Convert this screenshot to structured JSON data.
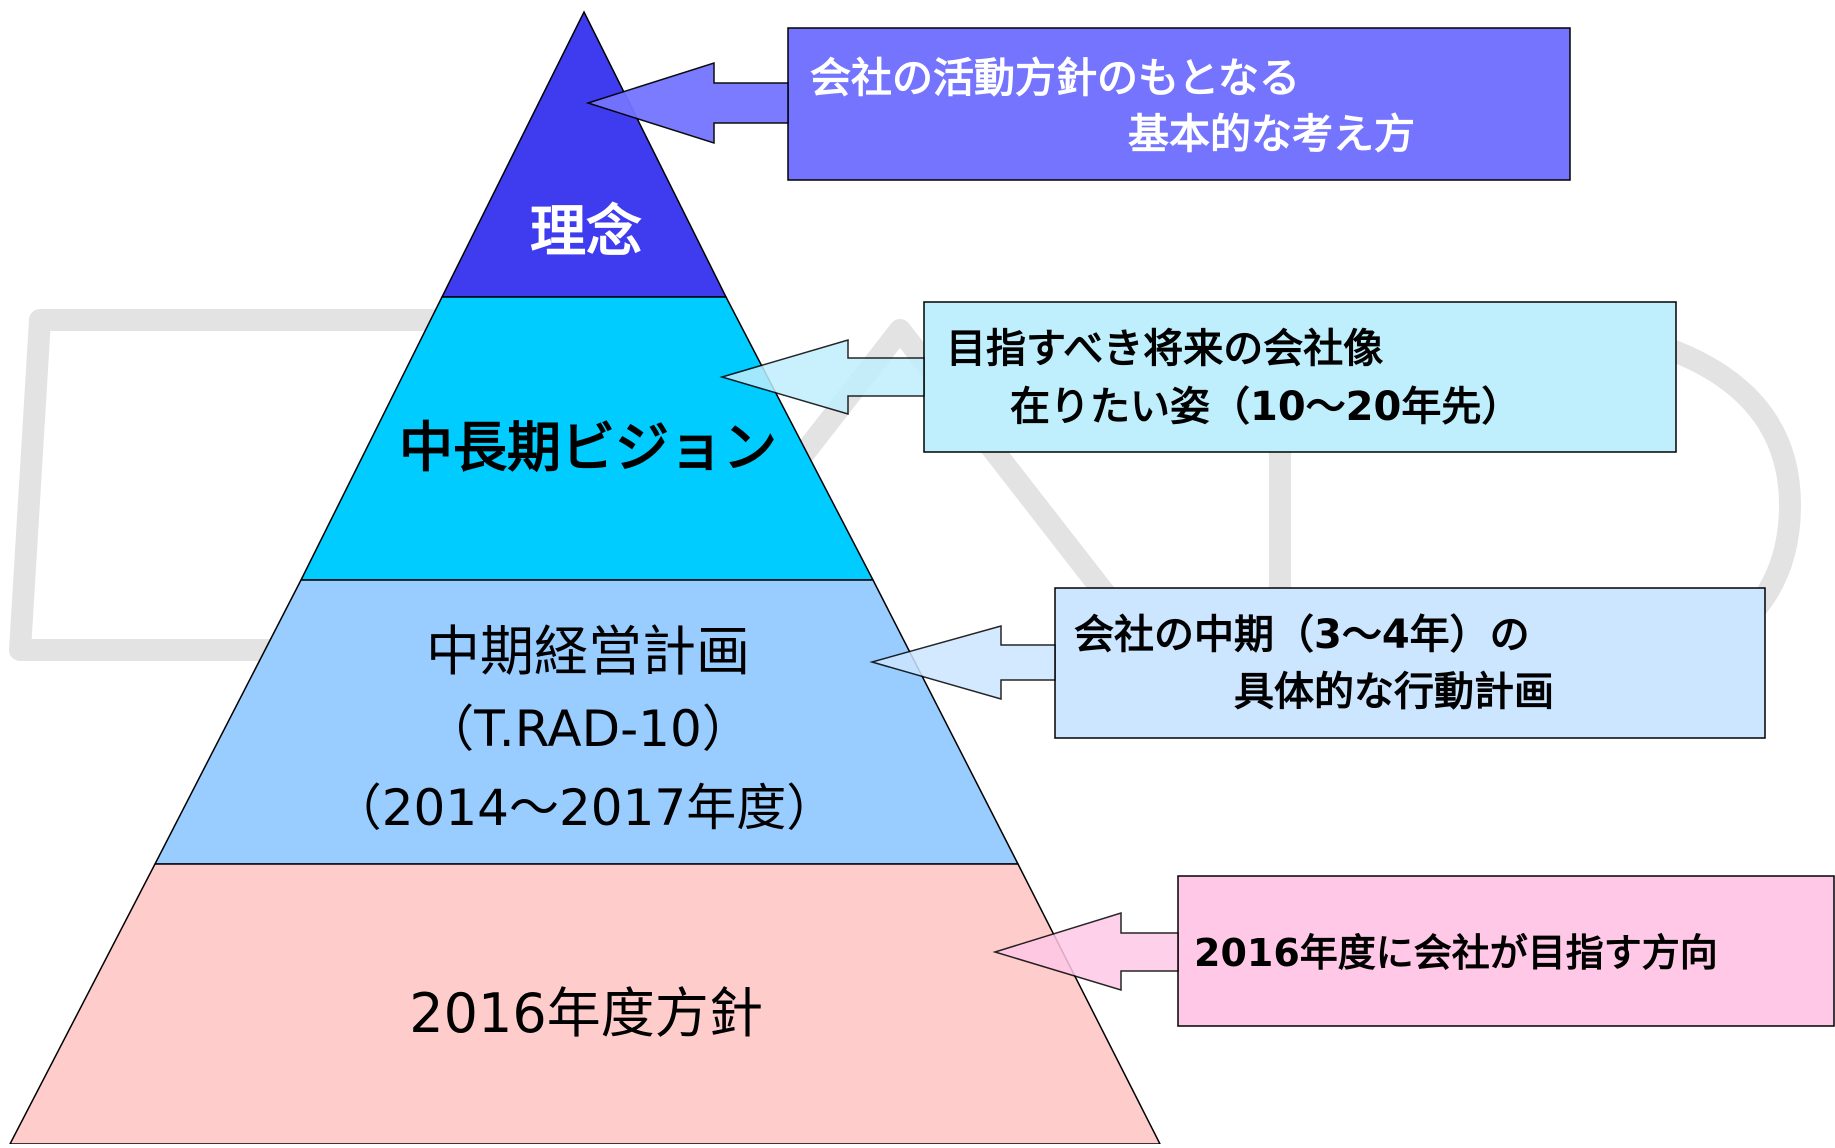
{
  "colors": {
    "tier1": "#3f3cf0",
    "tier2": "#00ccff",
    "tier3": "#99ccff",
    "tier4": "#ffcccc",
    "callout1": "#7474ff",
    "callout2": "#bfeefd",
    "callout3": "#cce6ff",
    "callout4": "#ffc8e6",
    "watermark": "#dcdcdc"
  },
  "pyramid": {
    "tiers": [
      {
        "id": "philosophy",
        "lines": [
          "理念"
        ]
      },
      {
        "id": "vision",
        "lines": [
          "中長期ビジョン"
        ]
      },
      {
        "id": "midterm-plan",
        "lines": [
          "中期経営計画",
          "（T.RAD-10）",
          "（2014～2017年度）"
        ]
      },
      {
        "id": "policy-2016",
        "lines": [
          "2016年度方針"
        ]
      }
    ]
  },
  "callouts": [
    {
      "id": "philosophy",
      "lines": [
        "会社の活動方針のもとなる",
        "基本的な考え方"
      ]
    },
    {
      "id": "vision",
      "lines": [
        "目指すべき将来の会社像",
        "在りたい姿（10～20年先）"
      ]
    },
    {
      "id": "midterm-plan",
      "lines": [
        "会社の中期（3～4年）の",
        "具体的な行動計画"
      ]
    },
    {
      "id": "policy-2016",
      "lines": [
        "2016年度に会社が目指す方向"
      ]
    }
  ]
}
